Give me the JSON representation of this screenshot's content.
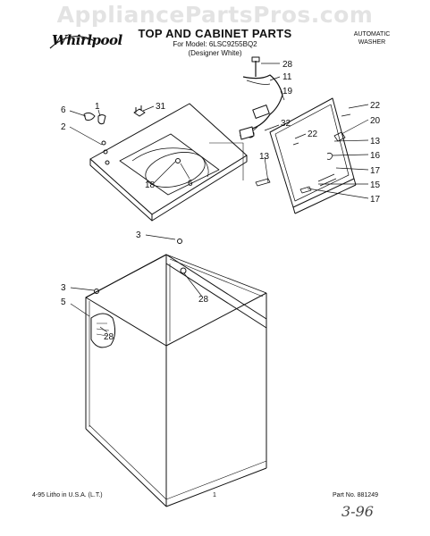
{
  "watermark": "AppliancePartsPros.com",
  "brand_logo": "Whirlpool",
  "header": {
    "title": "TOP AND CABINET PARTS",
    "model_line": "For Model: 6LSC9255BQ2",
    "color_line": "(Designer White)",
    "product_type": [
      "AUTOMATIC",
      "WASHER"
    ]
  },
  "callouts": {
    "c28_top": "28",
    "c11": "11",
    "c19": "19",
    "c32": "32",
    "c22_right": "22",
    "c20": "20",
    "c22_inner": "22",
    "c13_right": "13",
    "c16": "16",
    "c17_upper": "17",
    "c15": "15",
    "c17_lower": "17",
    "c13_left": "13",
    "c6_top": "6",
    "c1": "1",
    "c31": "31",
    "c2": "2",
    "c18": "18",
    "c6_mid": "6",
    "c3_upper": "3",
    "c28_mid": "28",
    "c3_lower": "3",
    "c5": "5",
    "c28_bottom": "28"
  },
  "footer": {
    "printed": "4-95 Litho in U.S.A. (L.T.)",
    "page": "1",
    "part_no": "Part No. 881249"
  },
  "handwritten_note": "3-96"
}
